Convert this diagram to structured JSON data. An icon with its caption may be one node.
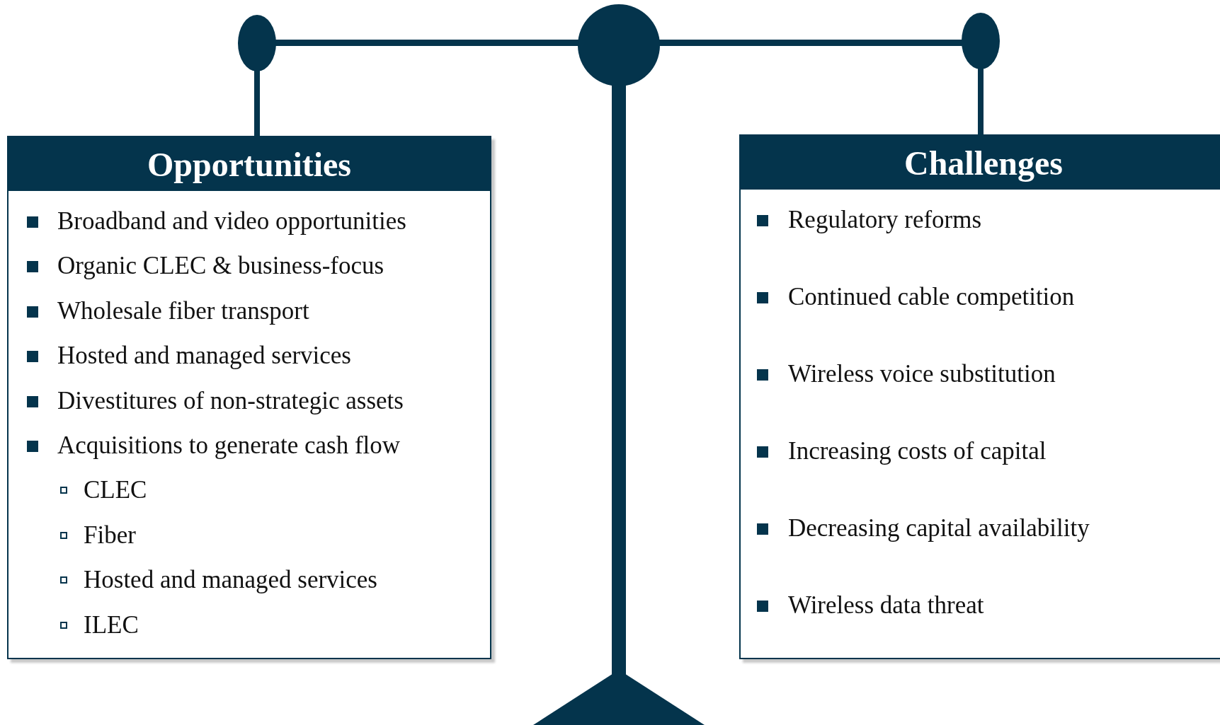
{
  "diagram": {
    "nodes": [
      {
        "text": [
          "Opportunities",
          "Broadband and video opportunities",
          "Organic CLEC & business-focus",
          "Wholesale fiber transport",
          "Hosted and managed services",
          "Divestitures of non-strategic assets",
          "Acquisitions to generate cash flow",
          "CLEC",
          "Fiber",
          "Hosted and managed services",
          "ILEC"
        ]
      },
      {
        "text": [
          "Challenges",
          "Regulatory reforms",
          "Continued cable competition",
          "Wireless voice substitution",
          "Increasing costs of capital",
          "Decreasing capital availability",
          "Wireless data threat"
        ]
      }
    ]
  }
}
